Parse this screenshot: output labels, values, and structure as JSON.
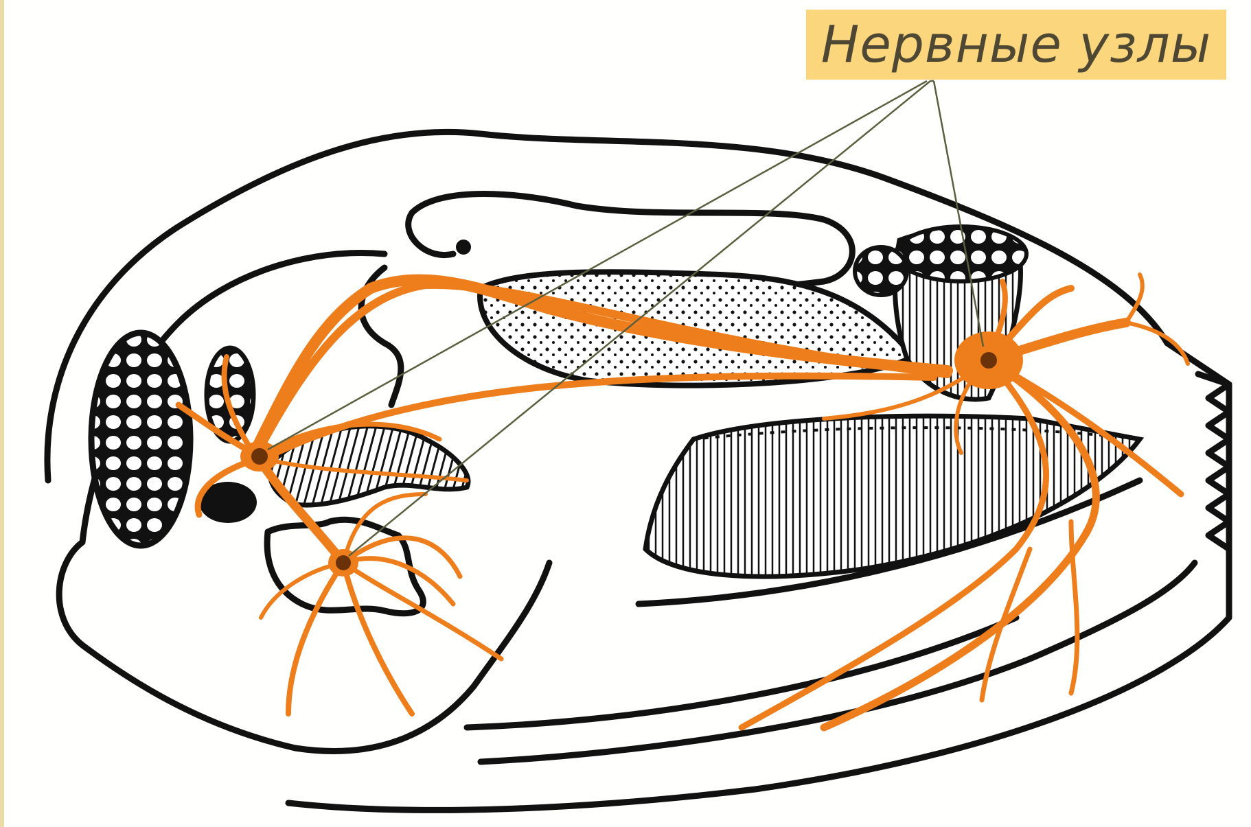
{
  "callout": {
    "label": "Нервные узлы"
  },
  "colors": {
    "nerve": "#ee7d1c",
    "ganglion": "#6a3208",
    "outline": "#111111",
    "callout_bg": "#fbd67c",
    "leader": "#5b5f3e"
  },
  "ganglia": [
    "cerebropleural-ganglion",
    "pedal-ganglion",
    "visceral-ganglion"
  ]
}
